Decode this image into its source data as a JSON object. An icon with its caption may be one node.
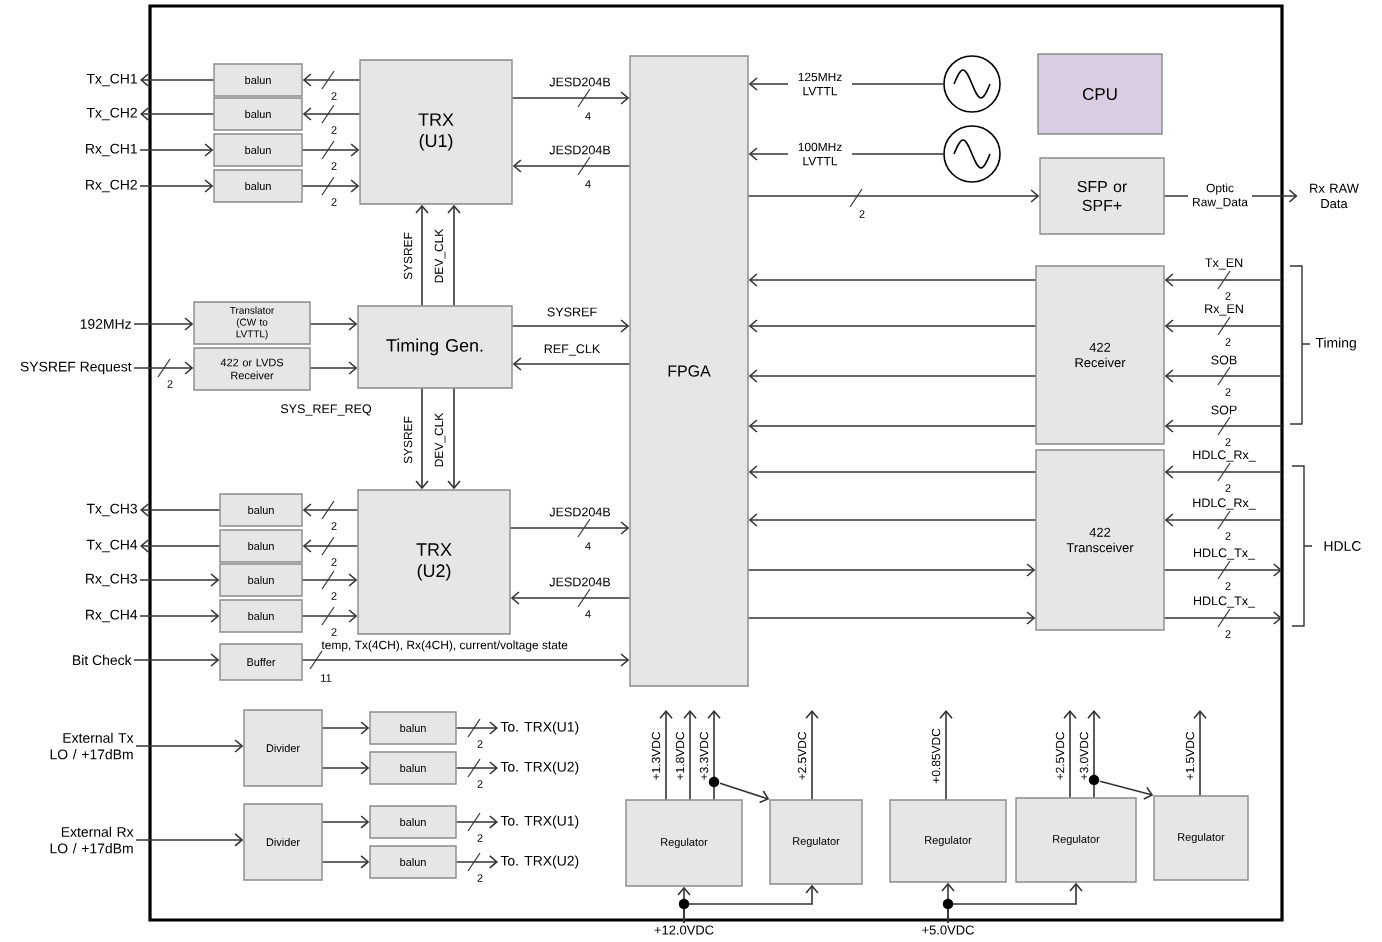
{
  "diagram": {
    "nodes": [
      {
        "text": [
          "Tx_CH1"
        ]
      },
      {
        "text": [
          "Tx_CH2"
        ]
      },
      {
        "text": [
          "Rx_CH1"
        ]
      },
      {
        "text": [
          "Rx_CH2"
        ]
      },
      {
        "text": [
          "balun"
        ]
      },
      {
        "text": [
          "balun"
        ]
      },
      {
        "text": [
          "balun"
        ]
      },
      {
        "text": [
          "balun"
        ]
      },
      {
        "text": [
          "TRX (U1)"
        ]
      },
      {
        "text": [
          "FPGA"
        ]
      },
      {
        "text": [],
        "shape": "circle"
      },
      {
        "text": [],
        "shape": "circle"
      },
      {
        "text": [
          "CPU"
        ]
      },
      {
        "text": [
          "SFP or SPF+"
        ]
      },
      {
        "text": [
          "Rx RAW Data"
        ]
      },
      {
        "text": [
          "192MHz"
        ]
      },
      {
        "text": [
          "SYSREF Request"
        ]
      },
      {
        "text": [
          "Translator (CW to LVTTL)"
        ]
      },
      {
        "text": [
          "422 or LVDS Receiver"
        ]
      },
      {
        "text": [
          "Timing Gen."
        ]
      },
      {
        "text": [
          "422 Receiver"
        ]
      },
      {
        "text": [
          "422 Transceiver"
        ]
      },
      {
        "text": [
          "Tx_CH3"
        ]
      },
      {
        "text": [
          "Tx_CH4"
        ]
      },
      {
        "text": [
          "Rx_CH3"
        ]
      },
      {
        "text": [
          "Rx_CH4"
        ]
      },
      {
        "text": [
          "balun"
        ]
      },
      {
        "text": [
          "balun"
        ]
      },
      {
        "text": [
          "balun"
        ]
      },
      {
        "text": [
          "balun"
        ]
      },
      {
        "text": [
          "TRX (U2)"
        ]
      },
      {
        "text": [
          "Bit Check"
        ]
      },
      {
        "text": [
          "Buffer"
        ]
      },
      {
        "text": [
          "External Tx LO / +17dBm"
        ]
      },
      {
        "text": [
          "External Rx LO / +17dBm"
        ]
      },
      {
        "text": [
          "Divider"
        ]
      },
      {
        "text": [
          "balun"
        ]
      },
      {
        "text": [
          "balun"
        ]
      },
      {
        "text": [
          "To. TRX(U1)"
        ]
      },
      {
        "text": [
          "To. TRX(U2)"
        ]
      },
      {
        "text": [
          "Divider"
        ]
      },
      {
        "text": [
          "balun"
        ]
      },
      {
        "text": [
          "balun"
        ]
      },
      {
        "text": [
          "To. TRX(U1)"
        ]
      },
      {
        "text": [
          "To. TRX(U2)"
        ]
      },
      {
        "text": [
          "Regulator"
        ]
      },
      {
        "text": [
          "Regulator"
        ]
      },
      {
        "text": [
          "Regulator"
        ]
      },
      {
        "text": [
          "Regulator"
        ]
      },
      {
        "text": [
          "Regulator"
        ]
      },
      {
        "text": [
          "+12.0VDC"
        ]
      },
      {
        "text": [
          "+5.0VDC"
        ]
      }
    ],
    "edges": [
      {
        "from": 8,
        "to": 4,
        "arrow": "to",
        "label": "2"
      },
      {
        "from": 8,
        "to": 5,
        "arrow": "to",
        "label": "2"
      },
      {
        "from": 4,
        "to": 0,
        "arrow": "to"
      },
      {
        "from": 5,
        "to": 1,
        "arrow": "to"
      },
      {
        "from": 2,
        "to": 6,
        "arrow": "to"
      },
      {
        "from": 3,
        "to": 7,
        "arrow": "to"
      },
      {
        "from": 6,
        "to": 8,
        "arrow": "to",
        "label": "2"
      },
      {
        "from": 7,
        "to": 8,
        "arrow": "to",
        "label": "2"
      },
      {
        "from": 8,
        "to": 9,
        "arrow": "to",
        "label": "JESD204B"
      },
      {
        "from": 9,
        "to": 8,
        "arrow": "to",
        "label": "JESD204B"
      },
      {
        "from": 10,
        "to": 9,
        "arrow": "to",
        "label": "125MHz LVTTL"
      },
      {
        "from": 11,
        "to": 9,
        "arrow": "to",
        "label": "100MHz LVTTL"
      },
      {
        "from": 9,
        "to": 13,
        "arrow": "to",
        "label": "2"
      },
      {
        "from": 13,
        "to": 14,
        "arrow": "to",
        "label": "Optic Raw_Data"
      },
      {
        "from": null,
        "to": 20,
        "arrow": "to",
        "label": "Tx_EN"
      },
      {
        "from": null,
        "to": 20,
        "arrow": "to",
        "label": "Rx_EN"
      },
      {
        "from": null,
        "to": 20,
        "arrow": "to",
        "label": "SOB"
      },
      {
        "from": null,
        "to": 20,
        "arrow": "to",
        "label": "SOP"
      },
      {
        "from": 20,
        "to": 9,
        "arrow": "to"
      },
      {
        "from": 20,
        "to": 9,
        "arrow": "to"
      },
      {
        "from": 20,
        "to": 9,
        "arrow": "to"
      },
      {
        "from": 20,
        "to": 9,
        "arrow": "to"
      },
      {
        "from": null,
        "to": 21,
        "arrow": "to",
        "label": "HDLC_Rx_"
      },
      {
        "from": null,
        "to": 21,
        "arrow": "to",
        "label": "HDLC_Rx_"
      },
      {
        "from": 21,
        "to": null,
        "arrow": "to",
        "label": "HDLC_Tx_"
      },
      {
        "from": 21,
        "to": null,
        "arrow": "to",
        "label": "HDLC_Tx_"
      },
      {
        "from": 21,
        "to": 9,
        "arrow": "to"
      },
      {
        "from": 21,
        "to": 9,
        "arrow": "to"
      },
      {
        "from": 9,
        "to": 21,
        "arrow": "to"
      },
      {
        "from": 9,
        "to": 21,
        "arrow": "to"
      },
      {
        "from": 15,
        "to": 17,
        "arrow": "to"
      },
      {
        "from": 16,
        "to": 18,
        "arrow": "to",
        "label": "2"
      },
      {
        "from": 17,
        "to": 19,
        "arrow": "to"
      },
      {
        "from": 18,
        "to": 19,
        "arrow": "to"
      },
      {
        "from": 19,
        "to": 8,
        "arrow": "to",
        "label": "SYSREF"
      },
      {
        "from": 19,
        "to": 8,
        "arrow": "to",
        "label": "DEV_CLK"
      },
      {
        "from": 19,
        "to": 9,
        "arrow": "to",
        "label": "SYSREF"
      },
      {
        "from": 9,
        "to": 19,
        "arrow": "to",
        "label": "REF_CLK"
      },
      {
        "from": 19,
        "to": 30,
        "arrow": "to",
        "label": "SYSREF"
      },
      {
        "from": 19,
        "to": 30,
        "arrow": "to",
        "label": "DEV_CLK"
      },
      {
        "from": 30,
        "to": 26,
        "arrow": "to",
        "label": "2"
      },
      {
        "from": 30,
        "to": 27,
        "arrow": "to",
        "label": "2"
      },
      {
        "from": 26,
        "to": 22,
        "arrow": "to"
      },
      {
        "from": 27,
        "to": 23,
        "arrow": "to"
      },
      {
        "from": 24,
        "to": 28,
        "arrow": "to"
      },
      {
        "from": 25,
        "to": 29,
        "arrow": "to"
      },
      {
        "from": 28,
        "to": 30,
        "arrow": "to",
        "label": "2"
      },
      {
        "from": 29,
        "to": 30,
        "arrow": "to",
        "label": "2"
      },
      {
        "from": 30,
        "to": 9,
        "arrow": "to",
        "label": "JESD204B"
      },
      {
        "from": 9,
        "to": 30,
        "arrow": "to",
        "label": "JESD204B"
      },
      {
        "from": 31,
        "to": 32,
        "arrow": "to"
      },
      {
        "from": 32,
        "to": 9,
        "arrow": "to",
        "label": "temp, Tx(4CH), Rx(4CH), current/voltage state"
      },
      {
        "from": 33,
        "to": 35,
        "arrow": "to"
      },
      {
        "from": 35,
        "to": 36,
        "arrow": "to"
      },
      {
        "from": 35,
        "to": 37,
        "arrow": "to"
      },
      {
        "from": 36,
        "to": 38,
        "arrow": "to",
        "label": "2"
      },
      {
        "from": 37,
        "to": 39,
        "arrow": "to",
        "label": "2"
      },
      {
        "from": 34,
        "to": 40,
        "arrow": "to"
      },
      {
        "from": 40,
        "to": 41,
        "arrow": "to"
      },
      {
        "from": 40,
        "to": 42,
        "arrow": "to"
      },
      {
        "from": 41,
        "to": 43,
        "arrow": "to",
        "label": "2"
      },
      {
        "from": 42,
        "to": 44,
        "arrow": "to",
        "label": "2"
      },
      {
        "from": 45,
        "to": null,
        "arrow": "to",
        "label": "+1.3VDC"
      },
      {
        "from": 45,
        "to": null,
        "arrow": "to",
        "label": "+1.8VDC"
      },
      {
        "from": 45,
        "to": null,
        "arrow": "to",
        "label": "+3.3VDC"
      },
      {
        "from": 45,
        "to": 46,
        "arrow": "to"
      },
      {
        "from": 46,
        "to": null,
        "arrow": "to",
        "label": "+2.5VDC"
      },
      {
        "from": 47,
        "to": null,
        "arrow": "to",
        "label": "+0.85VDC"
      },
      {
        "from": 48,
        "to": null,
        "arrow": "to",
        "label": "+2.5VDC"
      },
      {
        "from": 48,
        "to": null,
        "arrow": "to",
        "label": "+3.0VDC"
      },
      {
        "from": 48,
        "to": 49,
        "arrow": "to"
      },
      {
        "from": 49,
        "to": null,
        "arrow": "to",
        "label": "+1.5VDC"
      },
      {
        "from": 50,
        "to": 45,
        "arrow": "to"
      },
      {
        "from": 50,
        "to": 46,
        "arrow": "to"
      },
      {
        "from": 51,
        "to": 47,
        "arrow": "to"
      },
      {
        "from": 51,
        "to": 48,
        "arrow": "to"
      }
    ],
    "labels": [
      "4",
      "4",
      "SYS_REF_REQ",
      "2",
      "2",
      "2",
      "2",
      "2",
      "2",
      "2",
      "2",
      "4",
      "4",
      "11",
      "Timing",
      "HDLC"
    ]
  }
}
